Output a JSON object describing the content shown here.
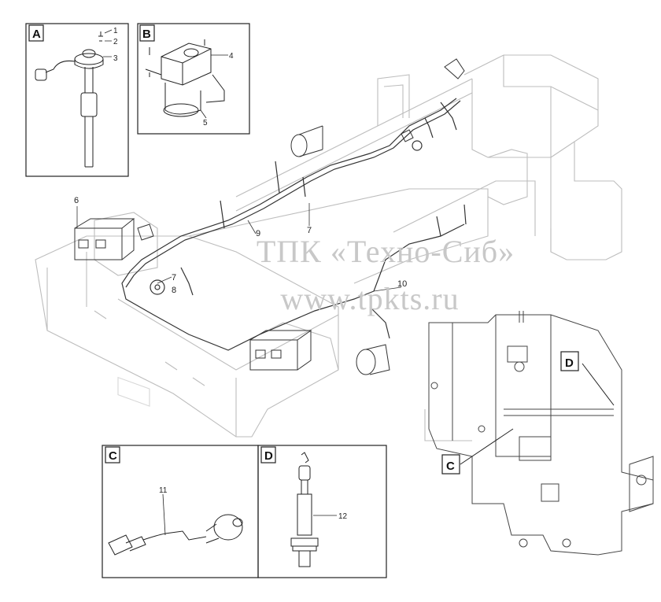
{
  "views": {
    "a": {
      "letter": "A",
      "callouts": [
        "1",
        "2",
        "3"
      ]
    },
    "b": {
      "letter": "B",
      "callouts": [
        "4",
        "5"
      ]
    },
    "c": {
      "letter": "C",
      "callouts": [
        "11"
      ]
    },
    "d": {
      "letter": "D",
      "callouts": [
        "12"
      ]
    }
  },
  "main_callouts": [
    "6",
    "7",
    "7",
    "8",
    "9",
    "10"
  ],
  "detail_markers": {
    "c": "C",
    "d": "D"
  },
  "watermark": {
    "line1": "ТПК «Техно-Сиб»",
    "line2": "www.tpkts.ru"
  }
}
